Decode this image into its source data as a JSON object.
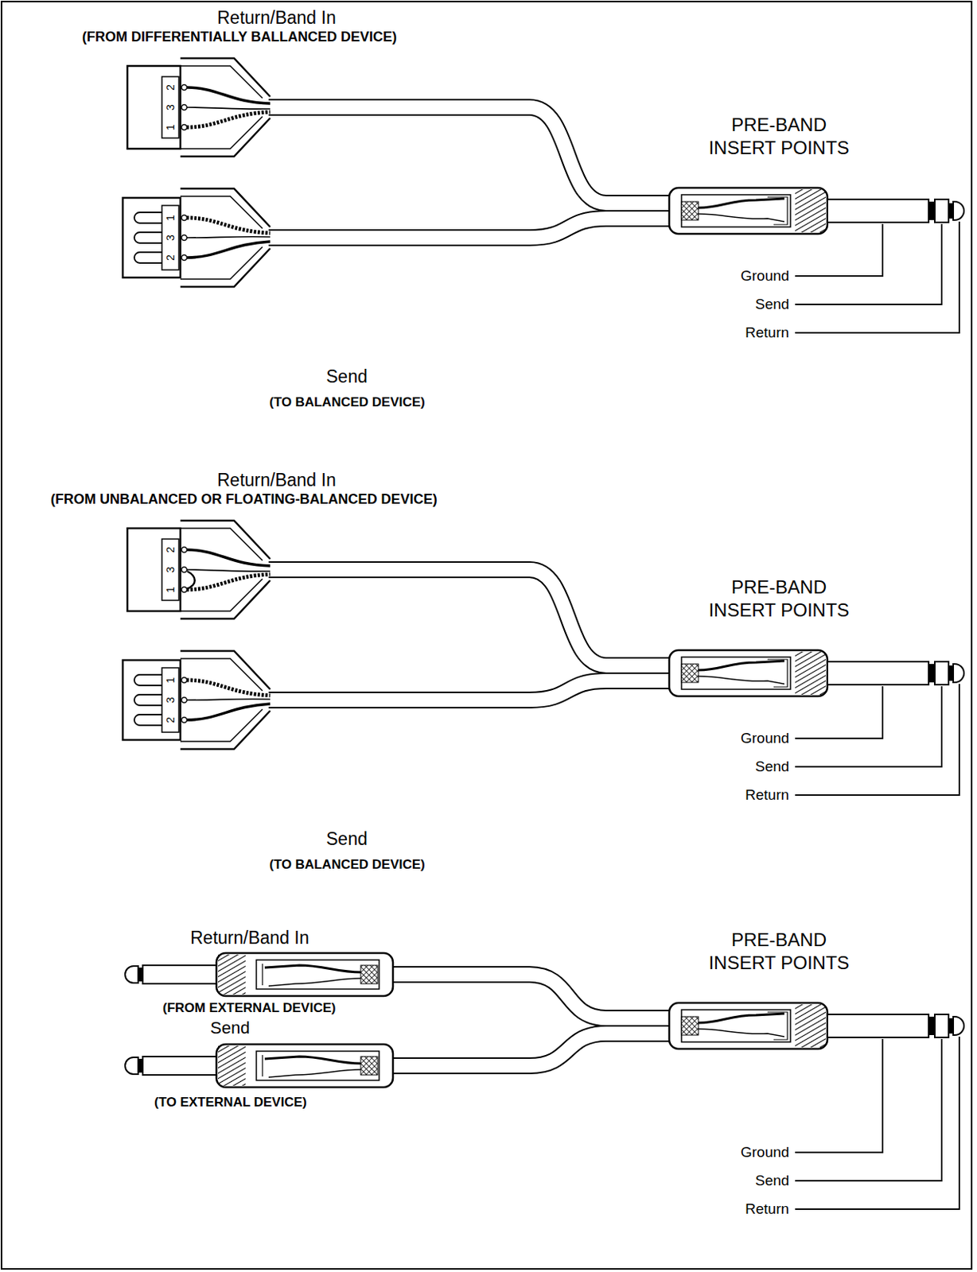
{
  "diagram": {
    "labels": [
      "Return/Band In",
      "(FROM DIFFERENTIALLY BALLANCED DEVICE)",
      "2",
      "3",
      "1",
      "1",
      "3",
      "2",
      "PRE-BAND INSERT POINTS",
      "Ground",
      "Send",
      "Return",
      "Send",
      "(TO BALANCED DEVICE)",
      "Return/Band In",
      "(FROM UNBALANCED OR FLOATING-BALANCED DEVICE)",
      "2",
      "3",
      "1",
      "1",
      "3",
      "2",
      "PRE-BAND INSERT POINTS",
      "Ground",
      "Send",
      "Return",
      "Send",
      "(TO BALANCED DEVICE)",
      "Return/Band In",
      "(FROM EXTERNAL DEVICE)",
      "Send",
      "(TO EXTERNAL DEVICE)",
      "PRE-BAND INSERT POINTS",
      "Ground",
      "Send",
      "Return"
    ]
  }
}
